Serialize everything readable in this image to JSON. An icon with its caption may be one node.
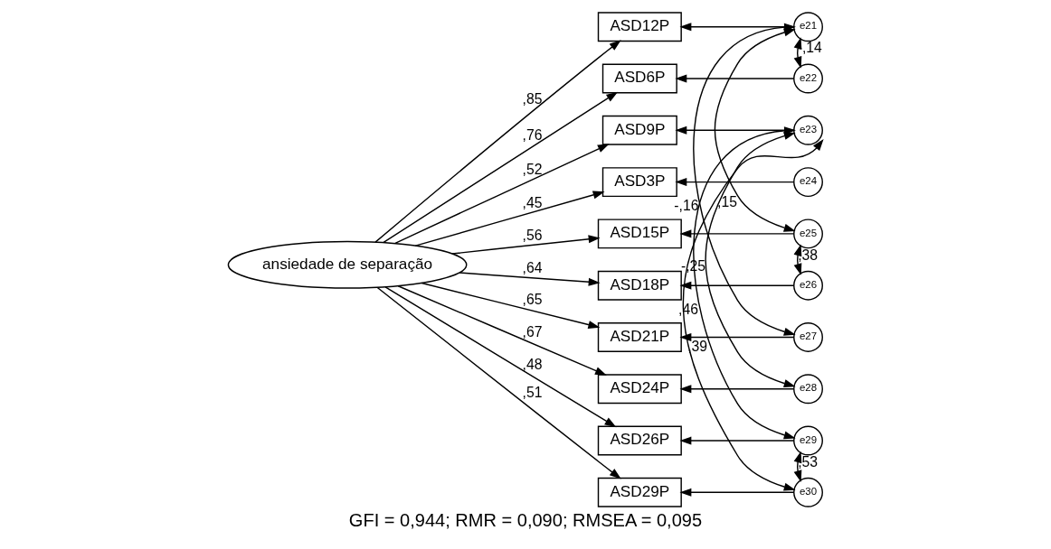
{
  "diagram": {
    "caption": "GFI = 0,944; RMR = 0,090; RMSEA = 0,095",
    "nodes": [
      {
        "text": [
          "ansiedade de separação"
        ]
      },
      {
        "text": [
          "ASD12P"
        ]
      },
      {
        "text": [
          "ASD6P"
        ]
      },
      {
        "text": [
          "ASD9P"
        ]
      },
      {
        "text": [
          "ASD3P"
        ]
      },
      {
        "text": [
          "ASD15P"
        ]
      },
      {
        "text": [
          "ASD18P"
        ]
      },
      {
        "text": [
          "ASD21P"
        ]
      },
      {
        "text": [
          "ASD24P"
        ]
      },
      {
        "text": [
          "ASD26P"
        ]
      },
      {
        "text": [
          "ASD29P"
        ]
      },
      {
        "text": [
          "e21"
        ]
      },
      {
        "text": [
          "e22"
        ]
      },
      {
        "text": [
          "e23"
        ]
      },
      {
        "text": [
          "e24"
        ]
      },
      {
        "text": [
          "e25"
        ]
      },
      {
        "text": [
          "e26"
        ]
      },
      {
        "text": [
          "e27"
        ]
      },
      {
        "text": [
          "e28"
        ]
      },
      {
        "text": [
          "e29"
        ]
      },
      {
        "text": [
          "e30"
        ]
      }
    ],
    "edges": [
      {
        "from": 0,
        "to": 1,
        "arrow": "to",
        "label": ",85"
      },
      {
        "from": 0,
        "to": 2,
        "arrow": "to",
        "label": ",76"
      },
      {
        "from": 0,
        "to": 3,
        "arrow": "to",
        "label": ",52"
      },
      {
        "from": 0,
        "to": 4,
        "arrow": "to",
        "label": ",45"
      },
      {
        "from": 0,
        "to": 5,
        "arrow": "to",
        "label": ",56"
      },
      {
        "from": 0,
        "to": 6,
        "arrow": "to",
        "label": ",64"
      },
      {
        "from": 0,
        "to": 7,
        "arrow": "to",
        "label": ",65"
      },
      {
        "from": 0,
        "to": 8,
        "arrow": "to",
        "label": ",67"
      },
      {
        "from": 0,
        "to": 9,
        "arrow": "to",
        "label": ",48"
      },
      {
        "from": 0,
        "to": 10,
        "arrow": "to",
        "label": ",51"
      },
      {
        "from": 11,
        "to": 1,
        "arrow": "to"
      },
      {
        "from": 12,
        "to": 2,
        "arrow": "to"
      },
      {
        "from": 13,
        "to": 3,
        "arrow": "to"
      },
      {
        "from": 14,
        "to": 4,
        "arrow": "to"
      },
      {
        "from": 15,
        "to": 5,
        "arrow": "to"
      },
      {
        "from": 16,
        "to": 6,
        "arrow": "to"
      },
      {
        "from": 17,
        "to": 7,
        "arrow": "to"
      },
      {
        "from": 18,
        "to": 8,
        "arrow": "to"
      },
      {
        "from": 19,
        "to": 9,
        "arrow": "to"
      },
      {
        "from": 20,
        "to": 10,
        "arrow": "to"
      },
      {
        "from": 11,
        "to": 12,
        "arrow": "both",
        "label": "-,14"
      },
      {
        "from": 11,
        "to": 15,
        "arrow": "both",
        "label": ",15"
      },
      {
        "from": 11,
        "to": 17,
        "arrow": "both",
        "label": "-,16"
      },
      {
        "from": 15,
        "to": 16,
        "arrow": "both",
        "label": ",38"
      },
      {
        "from": 13,
        "to": 18,
        "arrow": "both",
        "label": "-,25"
      },
      {
        "from": 13,
        "to": 19,
        "arrow": "both",
        "label": ",46"
      },
      {
        "from": 13,
        "to": 20,
        "arrow": "both",
        "label": ",39"
      },
      {
        "from": 19,
        "to": 20,
        "arrow": "both",
        "label": ",53"
      }
    ]
  }
}
